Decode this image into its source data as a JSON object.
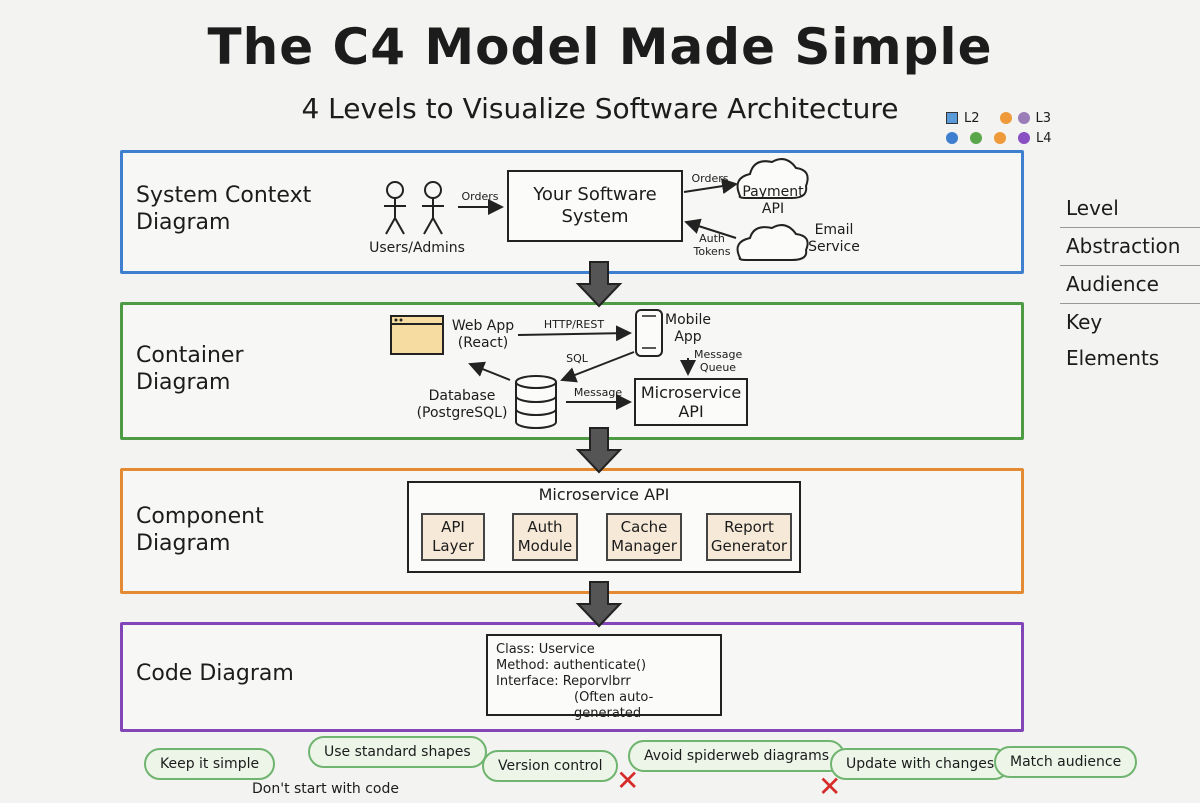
{
  "title": "The C4 Model Made Simple",
  "subtitle": "4 Levels to Visualize Software Architecture",
  "legend": {
    "l2": "L2",
    "l3": "L3",
    "l4": "L4",
    "colors": [
      "#3f7fd0",
      "#5aa64a",
      "#ee9a3a",
      "#8b4fc4"
    ]
  },
  "levels": [
    {
      "name": "System Context\nDiagram",
      "color": "#3f7fd0"
    },
    {
      "name": "Container\nDiagram",
      "color": "#4f9a45"
    },
    {
      "name": "Component\nDiagram",
      "color": "#e38a32"
    },
    {
      "name": "Code Diagram",
      "color": "#8246b8"
    }
  ],
  "context": {
    "users": "Users/Admins",
    "orders1": "Orders",
    "system": "Your Software\nSystem",
    "orders2": "Orders",
    "payment": "Payment\nAPI",
    "auth_tokens": "Auth\nTokens",
    "email": "Email\nService"
  },
  "container": {
    "webapp": "Web App\n(React)",
    "http": "HTTP/REST",
    "mobile": "Mobile\nApp",
    "sql": "SQL",
    "queue": "Message\nQueue",
    "database": "Database\n(PostgreSQL)",
    "message": "Message",
    "microservice": "Microservice\nAPI"
  },
  "component": {
    "title": "Microservice API",
    "items": [
      "API\nLayer",
      "Auth\nModule",
      "Cache\nManager",
      "Report\nGenerator"
    ]
  },
  "code": {
    "line1": "Class: Uservice",
    "line2": "Method: authenticate()",
    "line3": "Interface: Reporvlbrr",
    "line4": "(Often auto-generated"
  },
  "side_panel": [
    "Level",
    "Abstraction",
    "Audience",
    "Key Elements"
  ],
  "tips": {
    "keep_simple": "Keep it simple",
    "dont_start": "Don't start with code",
    "standard_shapes": "Use standard shapes",
    "version_control": "Version control",
    "avoid_spiderweb": "Avoid spiderweb diagrams",
    "update_changes": "Update with changes",
    "match_audience": "Match audience"
  }
}
